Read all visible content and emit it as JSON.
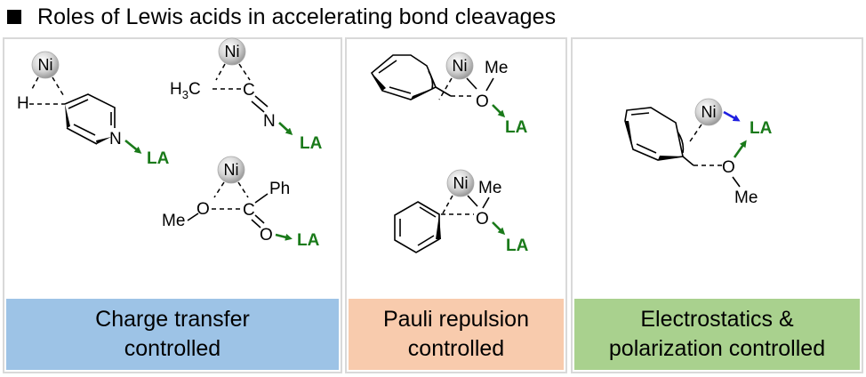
{
  "title": {
    "bullet_icon": "black-square-bullet",
    "text": "Roles of Lewis acids in accelerating bond cleavages"
  },
  "colors": {
    "panel_border": "#d9d9d9",
    "charge_transfer_bg": "#9dc3e6",
    "pauli_bg": "#f8cbad",
    "electrostatics_bg": "#a9d18e",
    "lewis_acid_arrow": "#1a7a1a",
    "nickel_arrow": "#1f1fe0"
  },
  "panels": [
    {
      "id": "charge-transfer",
      "label_line1": "Charge transfer",
      "label_line2": "controlled",
      "structures": [
        {
          "name": "pyridine-complex",
          "metal": "Ni",
          "atoms": [
            "H",
            "N"
          ],
          "acceptor": "LA"
        },
        {
          "name": "acetonitrile-complex",
          "metal": "Ni",
          "atoms": [
            "H3C",
            "C",
            "N"
          ],
          "acceptor": "LA"
        },
        {
          "name": "ester-complex",
          "metal": "Ni",
          "atoms": [
            "Me",
            "O",
            "C",
            "Ph",
            "O"
          ],
          "acceptor": "LA"
        }
      ]
    },
    {
      "id": "pauli-repulsion",
      "label_line1": "Pauli repulsion",
      "label_line2": "controlled",
      "structures": [
        {
          "name": "benzyl-ether-complex",
          "metal": "Ni",
          "atoms": [
            "O",
            "Me"
          ],
          "acceptor": "LA"
        },
        {
          "name": "aryl-ether-complex",
          "metal": "Ni",
          "atoms": [
            "O",
            "Me"
          ],
          "acceptor": "LA"
        }
      ]
    },
    {
      "id": "electrostatics",
      "label_line1": "Electrostatics &",
      "label_line2": "polarization controlled",
      "structures": [
        {
          "name": "benzyl-ether-ni-la-complex",
          "metal": "Ni",
          "atoms": [
            "O",
            "Me"
          ],
          "acceptor": "LA"
        }
      ]
    }
  ],
  "text": {
    "ni": "Ni",
    "la": "LA",
    "h": "H",
    "n": "N",
    "c": "C",
    "o": "O",
    "me": "Me",
    "ph": "Ph",
    "h3c_h": "H",
    "h3c_3": "3",
    "h3c_c": "C"
  }
}
